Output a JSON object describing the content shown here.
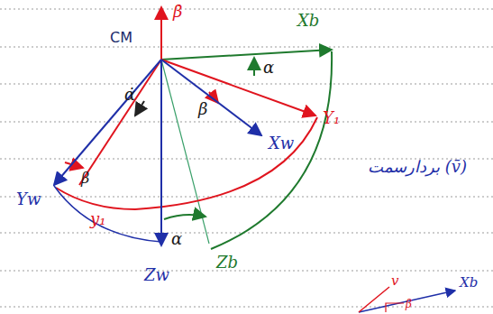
{
  "diagram": {
    "labels": [
      "β̇",
      "Xb",
      "CM",
      "α",
      "β",
      "Y₁",
      "Xw",
      "α̇",
      "Yw",
      "β",
      "y₁",
      "α",
      "Zw",
      "Zb",
      "بردارسمت (v̄)",
      "v",
      "Xb",
      "β"
    ]
  }
}
